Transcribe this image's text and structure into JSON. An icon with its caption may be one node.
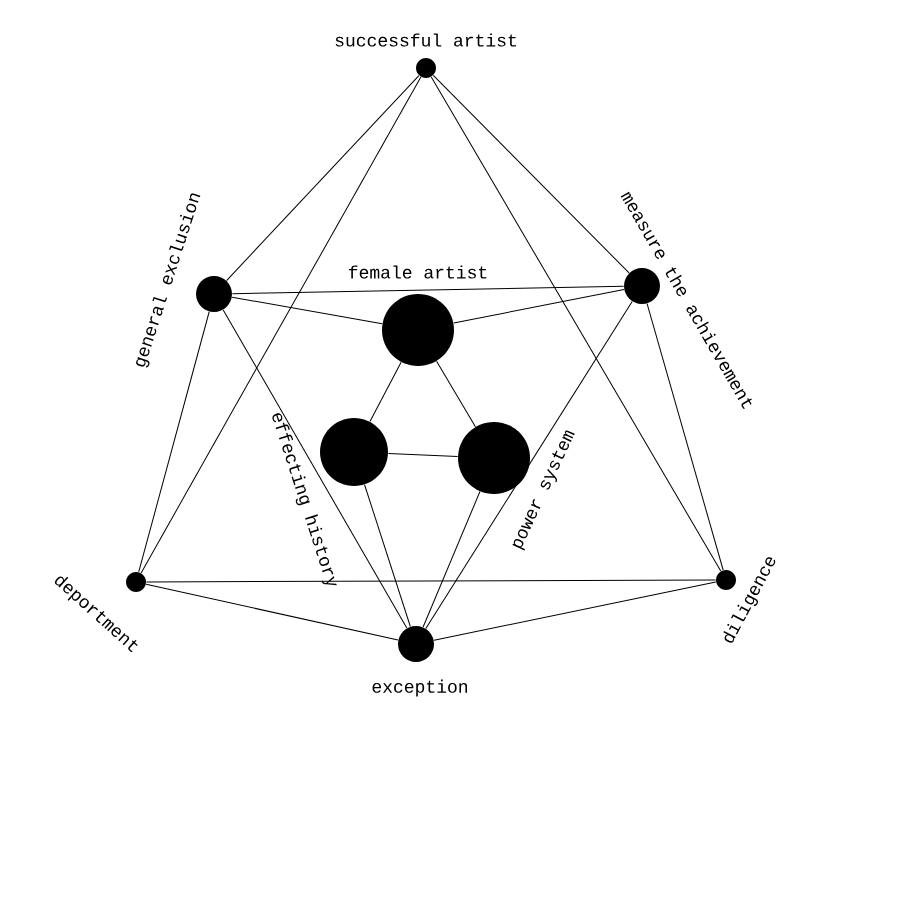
{
  "diagram": {
    "nodes": [
      {
        "text": [
          "successful artist"
        ]
      },
      {
        "text": [
          "general exclusion"
        ]
      },
      {
        "text": [
          "measure the achievement"
        ]
      },
      {
        "text": [
          "female artist"
        ]
      },
      {
        "text": [
          "effecting history"
        ]
      },
      {
        "text": [
          "power system"
        ]
      },
      {
        "text": [
          "deportment"
        ]
      },
      {
        "text": [
          "diligence"
        ]
      },
      {
        "text": [
          "exception"
        ]
      }
    ],
    "edges": [
      {
        "from": 0,
        "to": 6,
        "arrow": "none"
      },
      {
        "from": 0,
        "to": 7,
        "arrow": "none"
      },
      {
        "from": 0,
        "to": 1,
        "arrow": "none"
      },
      {
        "from": 0,
        "to": 2,
        "arrow": "none"
      },
      {
        "from": 1,
        "to": 2,
        "arrow": "none"
      },
      {
        "from": 1,
        "to": 3,
        "arrow": "none"
      },
      {
        "from": 2,
        "to": 3,
        "arrow": "none"
      },
      {
        "from": 1,
        "to": 6,
        "arrow": "none"
      },
      {
        "from": 2,
        "to": 7,
        "arrow": "none"
      },
      {
        "from": 1,
        "to": 8,
        "arrow": "none"
      },
      {
        "from": 2,
        "to": 8,
        "arrow": "none"
      },
      {
        "from": 3,
        "to": 4,
        "arrow": "none"
      },
      {
        "from": 3,
        "to": 5,
        "arrow": "none"
      },
      {
        "from": 4,
        "to": 5,
        "arrow": "none"
      },
      {
        "from": 4,
        "to": 8,
        "arrow": "none"
      },
      {
        "from": 5,
        "to": 8,
        "arrow": "none"
      },
      {
        "from": 6,
        "to": 7,
        "arrow": "none"
      },
      {
        "from": 6,
        "to": 8,
        "arrow": "none"
      },
      {
        "from": 7,
        "to": 8,
        "arrow": "none"
      }
    ]
  }
}
